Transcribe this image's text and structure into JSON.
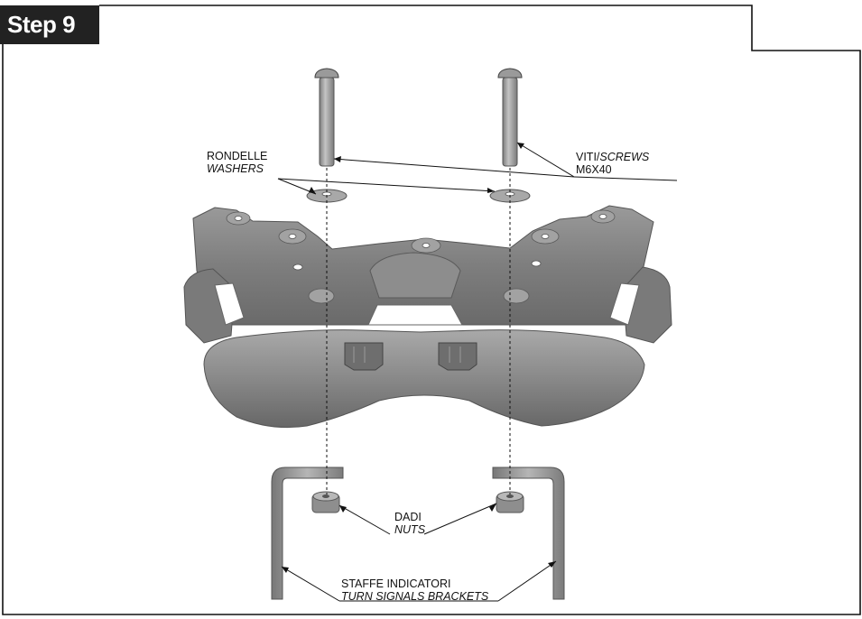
{
  "step": {
    "label": "Step 9"
  },
  "labels": {
    "washers": {
      "it": "RONDELLE",
      "en": "WASHERS"
    },
    "screws": {
      "it": "VITI/",
      "en": "SCREWS",
      "size": "M6X40"
    },
    "nuts": {
      "it": "DADI",
      "en": "NUTS"
    },
    "brackets": {
      "it": "STAFFE INDICATORI",
      "en": "TURN SIGNALS BRACKETS"
    }
  },
  "colors": {
    "part": "#8a8a8a",
    "part_dark": "#5e5e5e",
    "part_light": "#b3b3b3",
    "line": "#111111"
  }
}
